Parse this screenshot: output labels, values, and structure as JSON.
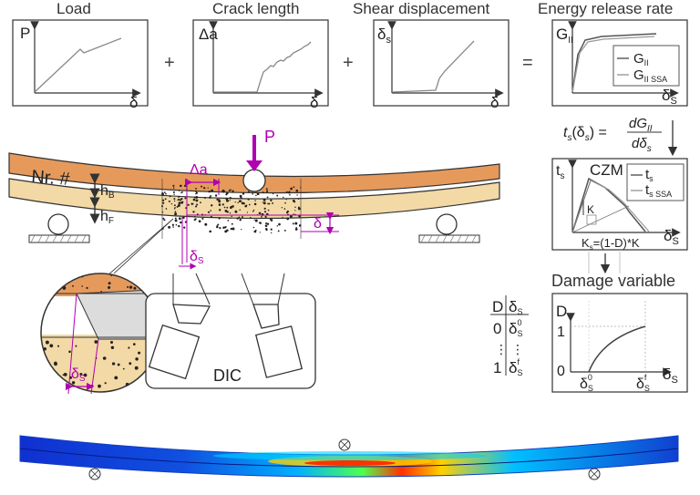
{
  "panels": {
    "load": {
      "title": "Load",
      "y_label": "P",
      "x_label": "δ"
    },
    "crack": {
      "title": "Crack length",
      "y_label": "Δa",
      "x_label": "δ"
    },
    "shear": {
      "title": "Shear displacement",
      "y_label": "δ",
      "y_sub": "s",
      "x_label": "δ"
    },
    "energy": {
      "title": "Energy release rate",
      "y_label": "G",
      "y_sub": "II",
      "x_label": "δ",
      "x_sub": "S",
      "legend": [
        {
          "label": "G",
          "sub": "II"
        },
        {
          "label": "G",
          "sub": "II SSA"
        }
      ]
    }
  },
  "operators": {
    "plus1": "+",
    "plus2": "+",
    "equals": "="
  },
  "equation": {
    "lhs": "t",
    "lhs_sub": "s",
    "lhs_arg": "(δ",
    "lhs_arg_sub": "s",
    "lhs_close": ") =",
    "num": "dG",
    "num_sub": "II",
    "den": "dδ",
    "den_sub": "s"
  },
  "czm": {
    "title": "CZM",
    "y_label": "t",
    "y_sub": "s",
    "x_label": "δ",
    "x_sub": "S",
    "legend": [
      {
        "label": "t",
        "sub": "s"
      },
      {
        "label": "t",
        "sub": "s SSA"
      }
    ],
    "k_label": "K",
    "formula": "K",
    "formula_sub": "s",
    "formula_rest": "=(1-D)*K"
  },
  "damage": {
    "title": "Damage variable",
    "y_label": "D",
    "x_label": "δ",
    "x_sub": "S",
    "tick_1": "1",
    "tick_0": "0",
    "x_tick0": "δ",
    "x_tick0_sub": "S",
    "x_tick0_sup": "0",
    "x_tick1": "δ",
    "x_tick1_sub": "S",
    "x_tick1_sup": "f"
  },
  "damage_table": {
    "col1": "D",
    "col2": "δ",
    "col2_sub": "S",
    "rows": [
      {
        "d": "0",
        "v": "δ",
        "v_sub": "S",
        "v_sup": "0"
      },
      {
        "d": "⋮",
        "v": "⋮"
      },
      {
        "d": "1",
        "v": "δ",
        "v_sub": "S",
        "v_sup": "f"
      }
    ]
  },
  "beam": {
    "specimen_label": "Nr. #",
    "hb": "h",
    "hb_sub": "B",
    "hf": "h",
    "hf_sub": "F",
    "force": "P",
    "delta_a": "Δa",
    "delta": "δ",
    "delta_s": "δ",
    "delta_s_sub": "S"
  },
  "zoom": {
    "delta_s": "δ",
    "delta_s_sub": "S"
  },
  "dic": {
    "label": "DIC"
  },
  "colors": {
    "magenta": "#b000b0",
    "orange": "#e59a5c",
    "tan": "#f2d9a6",
    "grey": "#dcdcdc"
  }
}
